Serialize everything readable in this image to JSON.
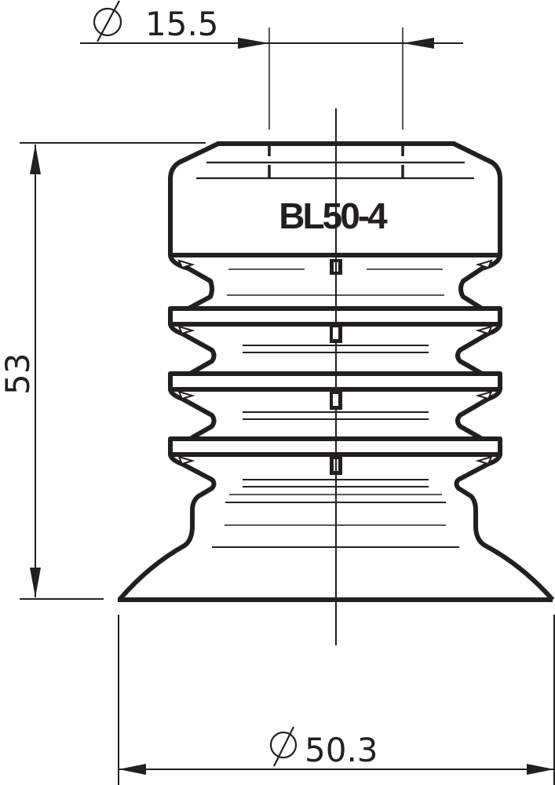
{
  "drawing": {
    "title": "Bellows suction cup technical drawing",
    "part_label": "BL50-4",
    "colors": {
      "stroke": "#231f20",
      "background": "#ffffff"
    }
  },
  "dimensions": {
    "top_diameter": {
      "symbol": "Ø",
      "value": "15.5",
      "text": "15.5"
    },
    "height": {
      "value": "53",
      "text": "53"
    },
    "bottom_diameter": {
      "symbol": "Ø",
      "value": "50.3",
      "text": "50.3"
    }
  }
}
